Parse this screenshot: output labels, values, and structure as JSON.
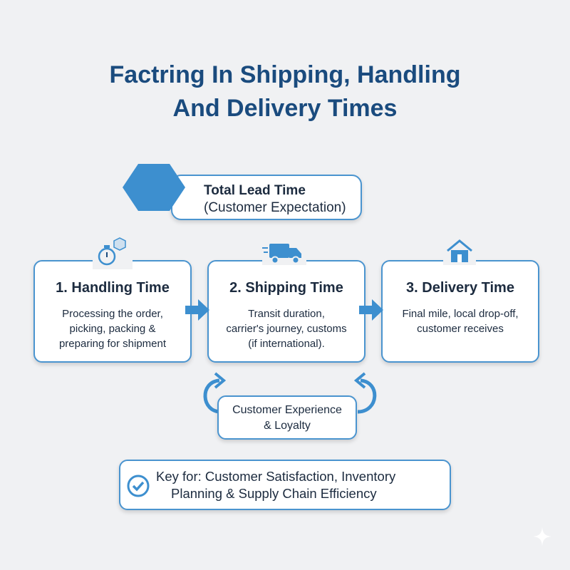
{
  "title": {
    "line1": "Factring In Shipping, Handling",
    "line2": "And Delivery Times"
  },
  "lead": {
    "line1": "Total Lead Time",
    "line2": "(Customer Expectation)"
  },
  "steps": [
    {
      "title": "1. Handling Time",
      "lines": [
        "Processing the order,",
        "picking, packing &",
        "preparing for shipment"
      ],
      "icon": "stopwatch-box-icon"
    },
    {
      "title": "2. Shipping Time",
      "lines": [
        "Transit duration,",
        "carrier's journey, customs",
        "(if international)."
      ],
      "icon": "delivery-truck-icon"
    },
    {
      "title": "3. Delivery Time",
      "lines": [
        "Final mile, local drop-off,",
        "customer receives"
      ],
      "icon": "house-icon"
    }
  ],
  "experience": {
    "line1": "Customer Experience",
    "line2": "& Loyalty"
  },
  "key": {
    "line1": "Key for: Customer Satisfaction, Inventory",
    "line2": "Planning & Supply Chain Efficiency"
  },
  "colors": {
    "accent": "#3d8fcf",
    "title": "#1a4b7e",
    "text": "#1c2b3f"
  }
}
